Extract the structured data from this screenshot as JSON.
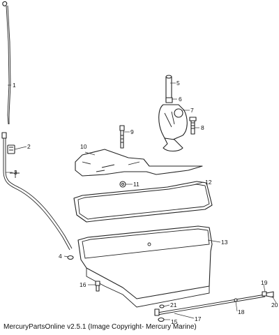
{
  "callouts": [
    {
      "id": "1",
      "label": "1"
    },
    {
      "id": "2",
      "label": "2"
    },
    {
      "id": "3",
      "label": "3"
    },
    {
      "id": "4",
      "label": "4"
    },
    {
      "id": "5",
      "label": "5"
    },
    {
      "id": "6",
      "label": "6"
    },
    {
      "id": "7",
      "label": "7"
    },
    {
      "id": "8",
      "label": "8"
    },
    {
      "id": "9",
      "label": "9"
    },
    {
      "id": "10",
      "label": "10"
    },
    {
      "id": "11",
      "label": "11"
    },
    {
      "id": "12",
      "label": "12"
    },
    {
      "id": "13",
      "label": "13"
    },
    {
      "id": "15",
      "label": "15"
    },
    {
      "id": "16",
      "label": "16"
    },
    {
      "id": "17",
      "label": "17"
    },
    {
      "id": "18",
      "label": "18"
    },
    {
      "id": "19",
      "label": "19"
    },
    {
      "id": "20",
      "label": "20"
    },
    {
      "id": "21",
      "label": "21"
    }
  ],
  "footer": {
    "text": "MercuryPartsOnline v2.5.1 (Image Copyright- Mercury Marine)"
  }
}
